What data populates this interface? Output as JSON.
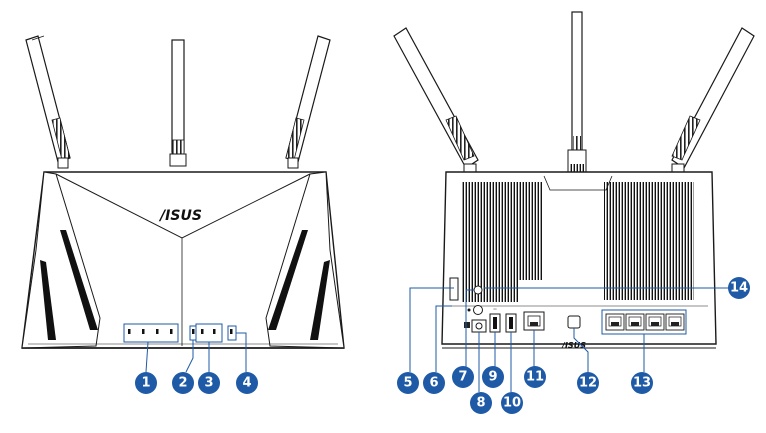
{
  "brand": "/ISUS",
  "colors": {
    "callout": "#1f5aa6",
    "outline": "#1a1a1a",
    "body_fill": "#ffffff",
    "vent": "#111111"
  },
  "front_view": {
    "callouts": [
      {
        "number": "1"
      },
      {
        "number": "2"
      },
      {
        "number": "3"
      },
      {
        "number": "4"
      }
    ]
  },
  "rear_view": {
    "callouts": [
      {
        "number": "5"
      },
      {
        "number": "6"
      },
      {
        "number": "7"
      },
      {
        "number": "8"
      },
      {
        "number": "9"
      },
      {
        "number": "10"
      },
      {
        "number": "11"
      },
      {
        "number": "12"
      },
      {
        "number": "13"
      },
      {
        "number": "14"
      }
    ]
  }
}
